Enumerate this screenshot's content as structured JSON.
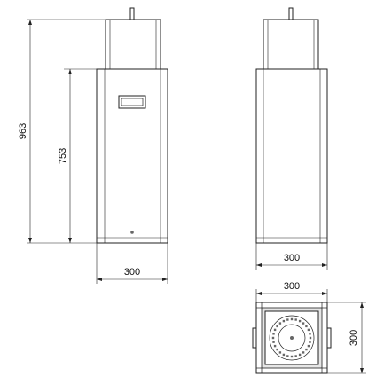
{
  "colors": {
    "stroke": "#222222",
    "fill": "#ffffff",
    "shade": "#e6e6e6",
    "detail": "#666666"
  },
  "dimensions": {
    "total_height": "963",
    "body_height": "753",
    "front_width": "300",
    "side_width": "300",
    "top_width": "300",
    "top_depth": "300"
  }
}
